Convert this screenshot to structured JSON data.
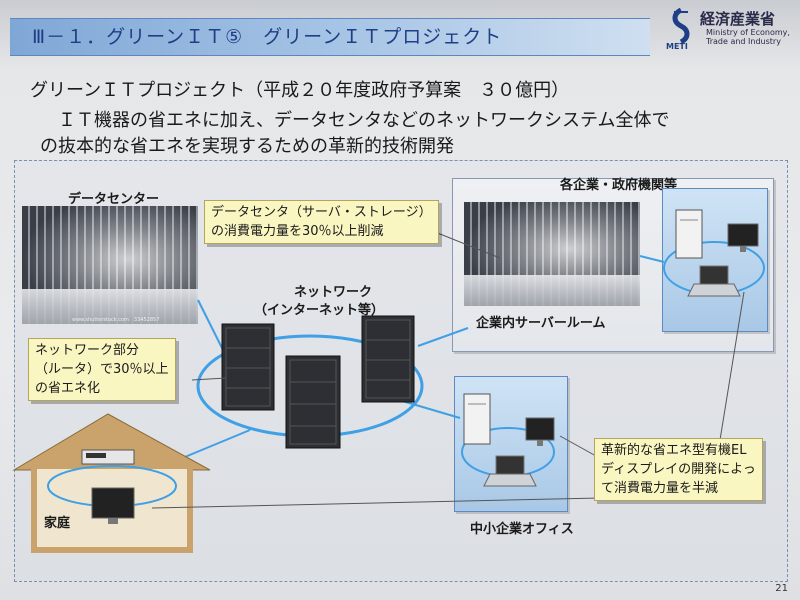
{
  "slide": {
    "title": "Ⅲ－１．グリーンＩＴ⑤　グリーンＩＴプロジェクト",
    "page_number": "21"
  },
  "logo": {
    "name": "経済産業省",
    "english_lines": [
      "Ministry of Economy,",
      "Trade and Industry"
    ],
    "abbr": "METI"
  },
  "body": {
    "heading": "グリーンＩＴプロジェクト（平成２０年度政府予算案　３０億円）",
    "line1": "ＩＴ機器の省エネに加え、データセンタなどのネットワークシステム全体で",
    "line2": "の抜本的な省エネを実現するための革新的技術開発"
  },
  "diagram": {
    "datacenter_label": "データセンター",
    "photo_caption": "www.shutterstock.com　33452857",
    "callout_datacenter": [
      "データセンタ（サーバ・ストレージ）",
      "の消費電力量を30％以上削減"
    ],
    "network_label": [
      "ネットワーク",
      "（インターネット等）"
    ],
    "callout_network": [
      "ネットワーク部分",
      "（ルータ）で30％以上",
      "の省エネ化"
    ],
    "enterprise_label": "各企業・政府機関等",
    "server_room_label": "企業内サーバールーム",
    "sme_office_label": "中小企業オフィス",
    "home_label": "家庭",
    "callout_display": [
      "革新的な省エネ型有機EL",
      "ディスプレイの開発によっ",
      "て消費電力量を半減"
    ]
  },
  "colors": {
    "title_text": "#1e3f86",
    "title_bar": "#a9c6e6",
    "callout_bg": "#faf6c2",
    "network_ring": "#3fa0e6",
    "panel_bg": "#bcd6ef",
    "house": "#c9a36b"
  }
}
